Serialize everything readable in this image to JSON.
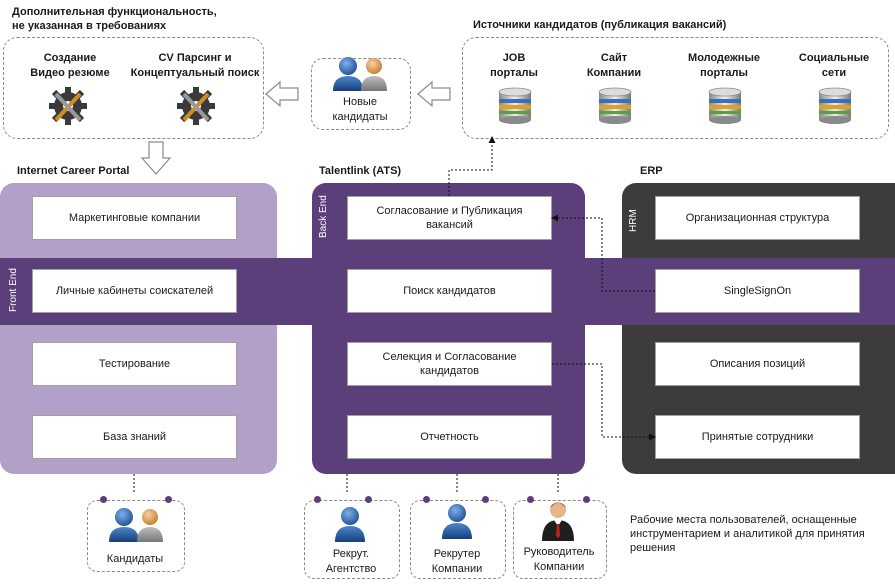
{
  "top_left_title": [
    "Дополнительная функциональность,",
    "не указанная в требованиях"
  ],
  "features": [
    {
      "lines": [
        "Создание",
        "Видео резюме"
      ],
      "icon": "gear-tools-icon"
    },
    {
      "lines": [
        "CV Парсинг и",
        "Концептуальный поиск"
      ],
      "icon": "gear-tools-icon"
    }
  ],
  "new_candidates": [
    "Новые",
    "кандидаты"
  ],
  "sources_title": "Источники кандидатов (публикация вакансий)",
  "sources": [
    {
      "lines": [
        "JOB",
        "порталы"
      ],
      "icon": "database-icon"
    },
    {
      "lines": [
        "Сайт",
        "Компании"
      ],
      "icon": "database-icon"
    },
    {
      "lines": [
        "Молодежные",
        "порталы"
      ],
      "icon": "database-icon"
    },
    {
      "lines": [
        "Социальные",
        "сети"
      ],
      "icon": "database-icon"
    }
  ],
  "sections": {
    "career_portal": "Internet Career Portal",
    "ats": "Talentlink (ATS)",
    "erp": "ERP"
  },
  "vertical_labels": {
    "front_end": "Front End",
    "back_end": "Back End",
    "hrm": "HRM"
  },
  "career_boxes": [
    "Маркетинговые компании",
    "Личные кабинеты соискателей",
    "Тестирование",
    "База знаний"
  ],
  "ats_boxes": [
    [
      "Согласование и Публикация",
      "вакансий"
    ],
    [
      "Поиск кандидатов"
    ],
    [
      "Селекция и Согласование",
      "кандидатов"
    ],
    [
      "Отчетность"
    ]
  ],
  "erp_boxes": [
    "Организационная структура",
    "SingleSignOn",
    "Описания позиций",
    "Принятые сотрудники"
  ],
  "roles": [
    {
      "lines": [
        "Кандидаты"
      ]
    },
    {
      "lines": [
        "Рекрут.",
        "Агентство"
      ]
    },
    {
      "lines": [
        "Рекрутер",
        "Компании"
      ]
    },
    {
      "lines": [
        "Руководитель",
        "Компании"
      ]
    }
  ],
  "footnote": [
    "Рабочие места пользователей, оснащенные",
    "инструментарием и аналитикой для принятия",
    "решения"
  ],
  "colors": {
    "lilac": "#b3a0c8",
    "purple": "#5b3f7a",
    "dark": "#3c3c3c",
    "person_blue": "#1f5aa8",
    "person_orange": "#e09a3c"
  }
}
